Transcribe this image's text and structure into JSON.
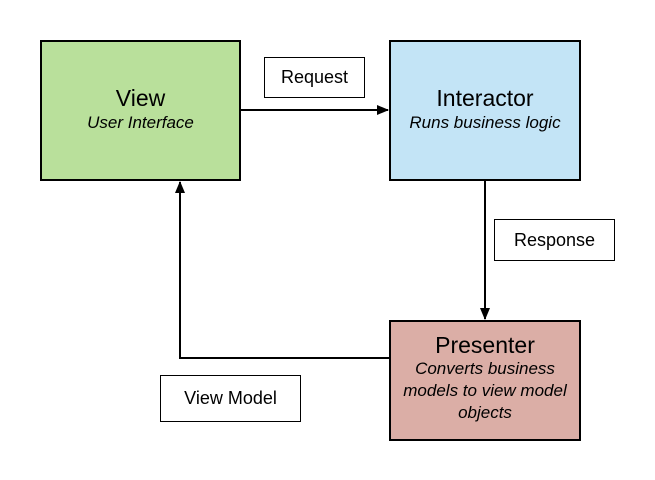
{
  "colors": {
    "view_fill": "#b9e09b",
    "interactor_fill": "#c3e4f6",
    "presenter_fill": "#dbaea6",
    "stroke": "#000000"
  },
  "nodes": {
    "view": {
      "title": "View",
      "subtitle": "User Interface"
    },
    "interactor": {
      "title": "Interactor",
      "subtitle": "Runs business logic"
    },
    "presenter": {
      "title": "Presenter",
      "subtitle": "Converts business models to view model objects"
    }
  },
  "edges": {
    "request": "Request",
    "response": "Response",
    "view_model": "View Model"
  }
}
